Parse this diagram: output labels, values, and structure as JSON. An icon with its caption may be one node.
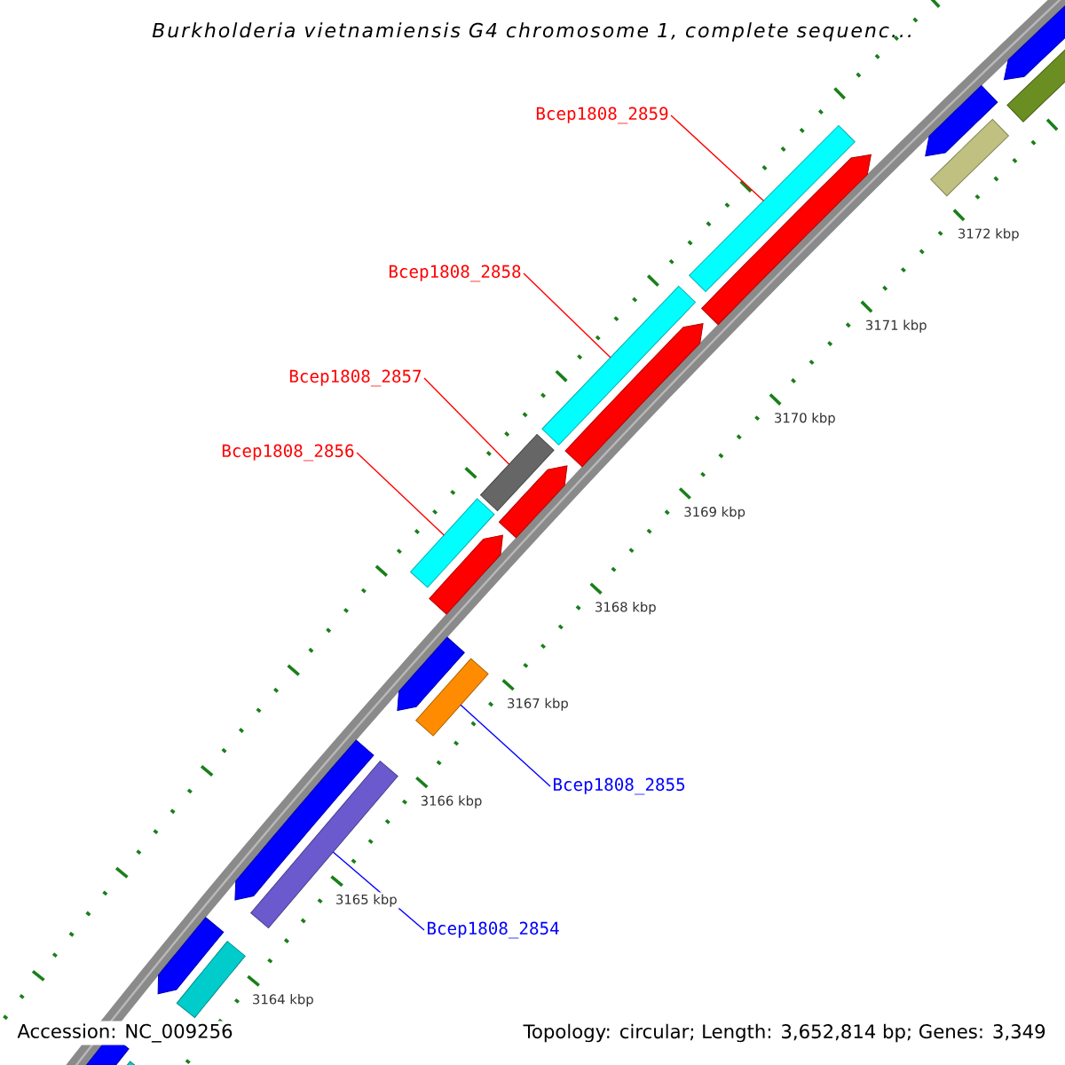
{
  "diagram": {
    "title": "Burkholderia vietnamiensis G4 chromosome 1, complete sequenc...",
    "nodes": [
      {
        "text": [
          "Bcep1808_2859"
        ]
      },
      {
        "text": [
          "Bcep1808_2858"
        ]
      },
      {
        "text": [
          "Bcep1808_2857"
        ]
      },
      {
        "text": [
          "Bcep1808_2856"
        ]
      },
      {
        "text": [
          "Bcep1808_2855"
        ]
      },
      {
        "text": [
          "Bcep1808_2854"
        ]
      },
      {
        "text": [],
        "shape": "bar"
      },
      {
        "text": [],
        "shape": "bar"
      },
      {
        "text": [],
        "shape": "bar"
      },
      {
        "text": [],
        "shape": "bar"
      },
      {
        "text": [],
        "shape": "bar"
      },
      {
        "text": [],
        "shape": "bar"
      }
    ],
    "edges": [
      {
        "from": 0,
        "to": 6,
        "arrow": "none"
      },
      {
        "from": 1,
        "to": 7,
        "arrow": "none"
      },
      {
        "from": 2,
        "to": 8,
        "arrow": "none"
      },
      {
        "from": 3,
        "to": 9,
        "arrow": "none"
      },
      {
        "from": 4,
        "to": 10,
        "arrow": "none",
        "color": "#0000ff"
      },
      {
        "from": 5,
        "to": 11,
        "arrow": "none",
        "color": "#0000ff"
      }
    ],
    "labels": [
      "3172 kbp",
      "3171 kbp",
      "3170 kbp",
      "3169 kbp",
      "3168 kbp",
      "3167 kbp",
      "3166 kbp",
      "3165 kbp",
      "3164 kbp",
      "Accession: NC_009256",
      "Topology: circular; Length: 3,652,814 bp; Genes: 3,349"
    ]
  }
}
